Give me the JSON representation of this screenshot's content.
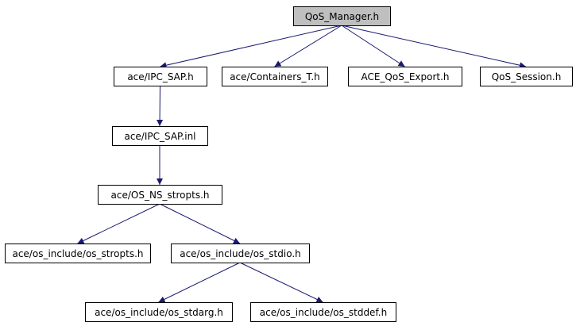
{
  "colors": {
    "edge": "#191970",
    "node_border": "#000000",
    "node_fill": "#ffffff",
    "root_fill": "#bfbfbf"
  },
  "nodes": [
    {
      "id": "n0",
      "label": "QoS_Manager.h",
      "root": true
    },
    {
      "id": "n1",
      "label": "ace/IPC_SAP.h"
    },
    {
      "id": "n2",
      "label": "ace/Containers_T.h"
    },
    {
      "id": "n3",
      "label": "ACE_QoS_Export.h"
    },
    {
      "id": "n4",
      "label": "QoS_Session.h"
    },
    {
      "id": "n5",
      "label": "ace/IPC_SAP.inl"
    },
    {
      "id": "n6",
      "label": "ace/OS_NS_stropts.h"
    },
    {
      "id": "n7",
      "label": "ace/os_include/os_stropts.h"
    },
    {
      "id": "n8",
      "label": "ace/os_include/os_stdio.h"
    },
    {
      "id": "n9",
      "label": "ace/os_include/os_stdarg.h"
    },
    {
      "id": "n10",
      "label": "ace/os_include/os_stddef.h"
    }
  ],
  "edges": [
    {
      "from": "n0",
      "to": "n1"
    },
    {
      "from": "n0",
      "to": "n2"
    },
    {
      "from": "n0",
      "to": "n3"
    },
    {
      "from": "n0",
      "to": "n4"
    },
    {
      "from": "n1",
      "to": "n5"
    },
    {
      "from": "n5",
      "to": "n6"
    },
    {
      "from": "n6",
      "to": "n7"
    },
    {
      "from": "n6",
      "to": "n8"
    },
    {
      "from": "n8",
      "to": "n9"
    },
    {
      "from": "n8",
      "to": "n10"
    }
  ]
}
